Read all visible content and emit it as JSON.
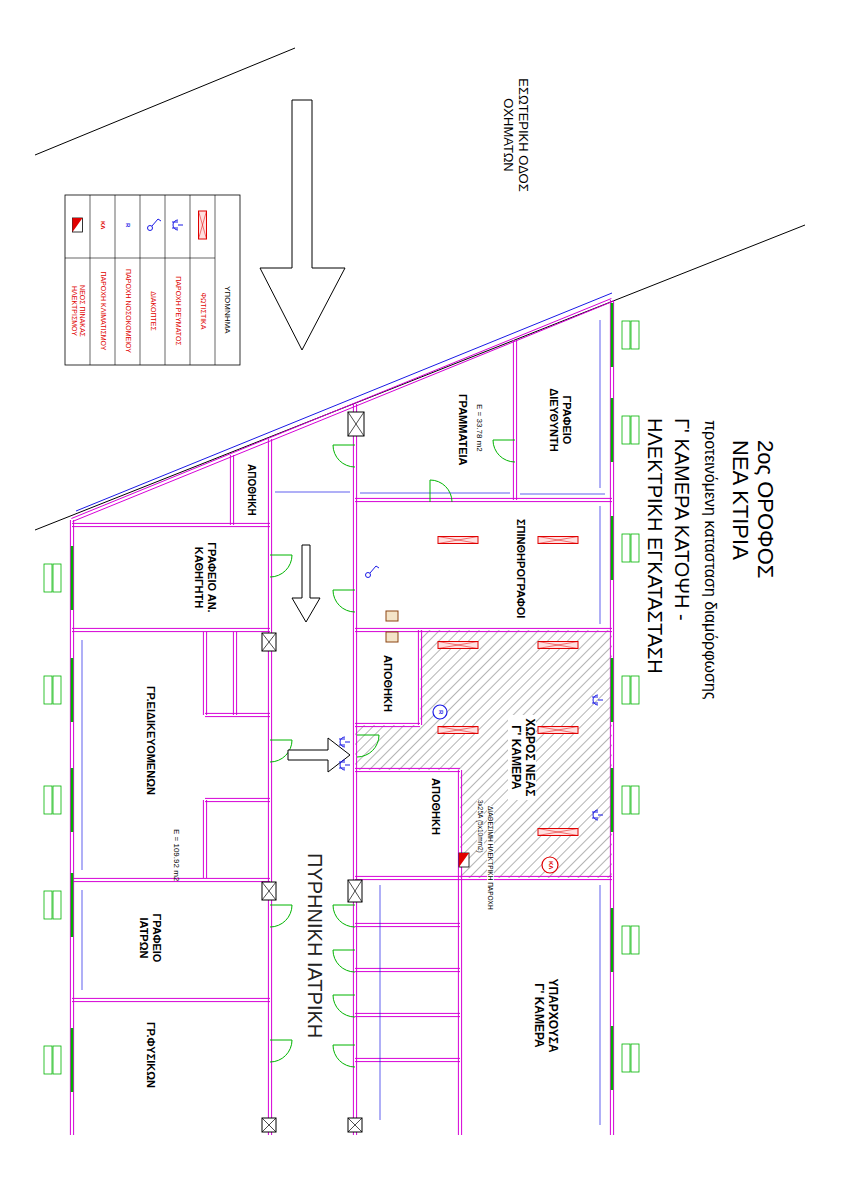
{
  "diagram": {
    "title": "2ος ΟΡΟΦΟΣ ΝΕΑ ΚΤΙΡΙΑ",
    "nodes": [
      {
        "text": [
          "ΓΡΑΦΕΙΟ ΔΙΕΥΘΥΝΤΗ"
        ]
      },
      {
        "text": [
          "ΓΡΑΜΜΑΤΕΙΑ",
          "Ε = 33.78 m2"
        ]
      },
      {
        "text": [
          "ΣΠΙΝΘΗΡΟΓΡΑΦΟΙ"
        ]
      },
      {
        "text": [
          "ΑΠΟΘΗΚΗ"
        ]
      },
      {
        "text": [
          "ΧΩΡΟΣ ΝΕΑΣ Γ' ΚΑΜΕΡΑ"
        ]
      },
      {
        "text": [
          "ΑΠΟΘΗΚΗ"
        ]
      },
      {
        "text": [
          "ΥΠΑΡΧΟΥΣΑ Γ' ΚΑΜΕΡΑ"
        ]
      },
      {
        "text": [
          "ΑΠΟΘΗΚΗ"
        ]
      },
      {
        "text": [
          "ΓΡΑΦΕΙΟ ΑΝ. ΚΑΘΗΓΗΤΗ"
        ]
      },
      {
        "text": [
          "ΓΡ.ΕΙΔΙΚΕΥΟΜΕΝΩΝ",
          "Ε = 109.92 m2"
        ]
      },
      {
        "text": [
          "ΓΡΑΦΕΙΟ ΙΑΤΡΩΝ"
        ]
      },
      {
        "text": [
          "ΓΡ.ΦΥΣΙΚΩΝ"
        ]
      }
    ],
    "labels": [
      "προτεινόμενη κατασταση διαμόρφωσης",
      "Γ' ΚΑΜΕΡΑ ΚΑΤΟΨΗ -",
      "ΗΛΕΚΤΡΙΚΗ ΕΓΚΑΤΑΣΤΑΣΗ",
      "ΕΣΩΤΕΡΙΚΗ ΟΔΟΣ ΟΧΗΜΑΤΩΝ",
      "ΥΠΟΜΝΗΜΑ",
      "ΠΥΡΗΝΙΚΗ ΙΑΤΡΙΚΗ",
      "ΔΙΑΘΕΣΙΜΗ ΗΛΕΚΤΡΙΚΗ ΠΑΡΟΧΗ",
      "3x25A (5x10mm2)",
      "R",
      "ΚΛ",
      "R",
      "ΚΛ"
    ],
    "legend": [
      {
        "text": "ΦΩΤΙΣΤΙΚΑ"
      },
      {
        "text": "ΠΑΡΟΧΗ ΡΕΥΜΑΤΟΣ"
      },
      {
        "text": "ΔΙΑΚΟΠΤΕΣ"
      },
      {
        "text": "ΠΑΡΟΧΗ ΝΟΣΟΚΟΜΕΙΟΥ"
      },
      {
        "text": "ΠΑΡΟΧΗ ΚΛΙΜΑΤΙΣΜΟΥ"
      },
      {
        "text": "ΝΕΟΣ ΠΙΝΑΚΑΣ ΗΛΕΚΤΡΙΣΜΟΥ"
      }
    ]
  }
}
